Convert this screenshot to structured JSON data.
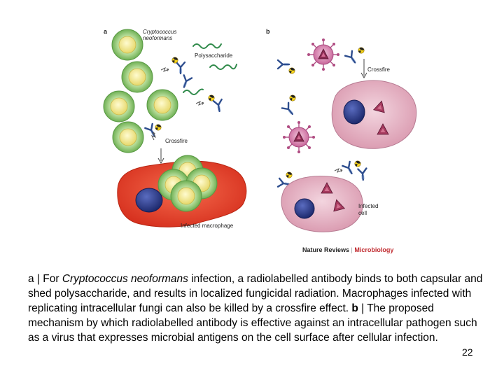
{
  "figure": {
    "panel_a": {
      "letter": "a",
      "organism_line1": "Cryptococcus",
      "organism_line2": "neoformans",
      "polysaccharide": "Polysaccharide",
      "crossfire": "Crossfire",
      "infected_macrophage": "Infected macrophage"
    },
    "panel_b": {
      "letter": "b",
      "crossfire": "Crossfire",
      "infected_cell_line1": "Infected",
      "infected_cell_line2": "cell"
    },
    "credit": {
      "journal": "Nature Reviews",
      "separator": "|",
      "section": "Microbiology"
    }
  },
  "caption": {
    "a_letter": "a",
    "a_sep": " | For ",
    "a_species": "Cryptococcus neoformans",
    "a_text": " infection, a radiolabelled antibody binds to both capsular and shed polysaccharide, and results in localized fungicidal radiation. Macrophages infected with replicating intracellular fungi can also be killed by a crossfire effect. ",
    "b_letter": "b",
    "b_text": " | The proposed mechanism by which radiolabelled antibody is effective against an intracellular pathogen such as a virus that expresses microbial antigens on the cell surface after cellular infection."
  },
  "page_number": "22",
  "colors": {
    "fungus_capsule": "#8cc26e",
    "fungus_core": "#f2eb8c",
    "macrophage": "#e8432c",
    "nucleus": "#2b3a8c",
    "infected_cell": "#e7b7c6",
    "virus": "#c9669a",
    "antibody": "#2d4d8e",
    "polysaccharide": "#2f8a4a",
    "radiation": "#f5d21c"
  }
}
